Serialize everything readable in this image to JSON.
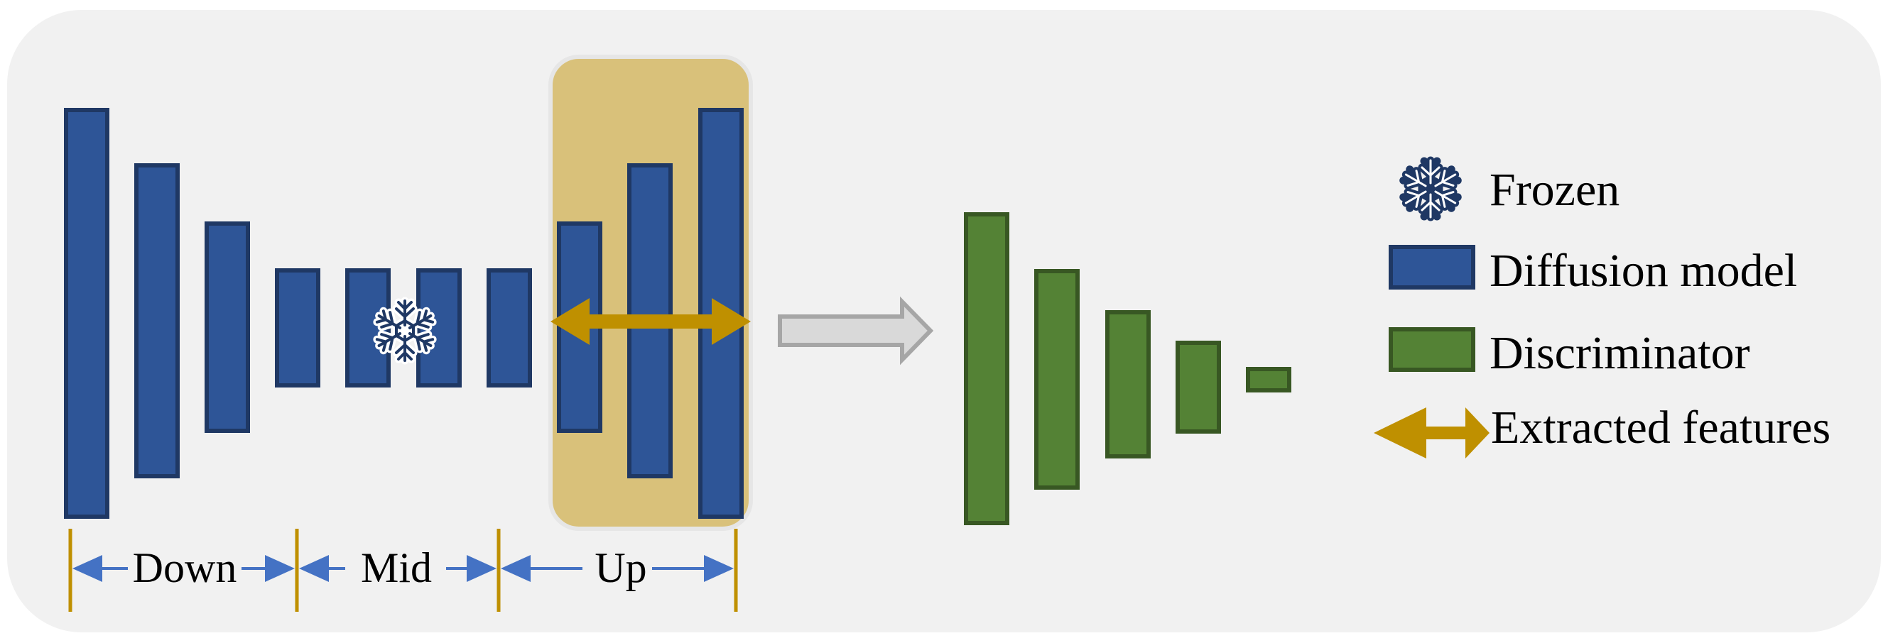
{
  "colors": {
    "background": "#f1f1f1",
    "blue_fill": "#2e5597",
    "blue_stroke": "#1f3864",
    "green_fill": "#548235",
    "green_stroke": "#385723",
    "highlight": "#d9c17a",
    "arrow_gold": "#bf9000",
    "bracket_blue": "#4472c4",
    "flow_arrow": "#d9d9d9"
  },
  "sections": {
    "down": "Down",
    "mid": "Mid",
    "up": "Up"
  },
  "legend": {
    "frozen": {
      "label": "Frozen",
      "icon": "snowflake-icon"
    },
    "diffusion": {
      "label": "Diffusion model"
    },
    "discriminator": {
      "label": "Discriminator"
    },
    "extracted": {
      "label": "Extracted features"
    }
  }
}
